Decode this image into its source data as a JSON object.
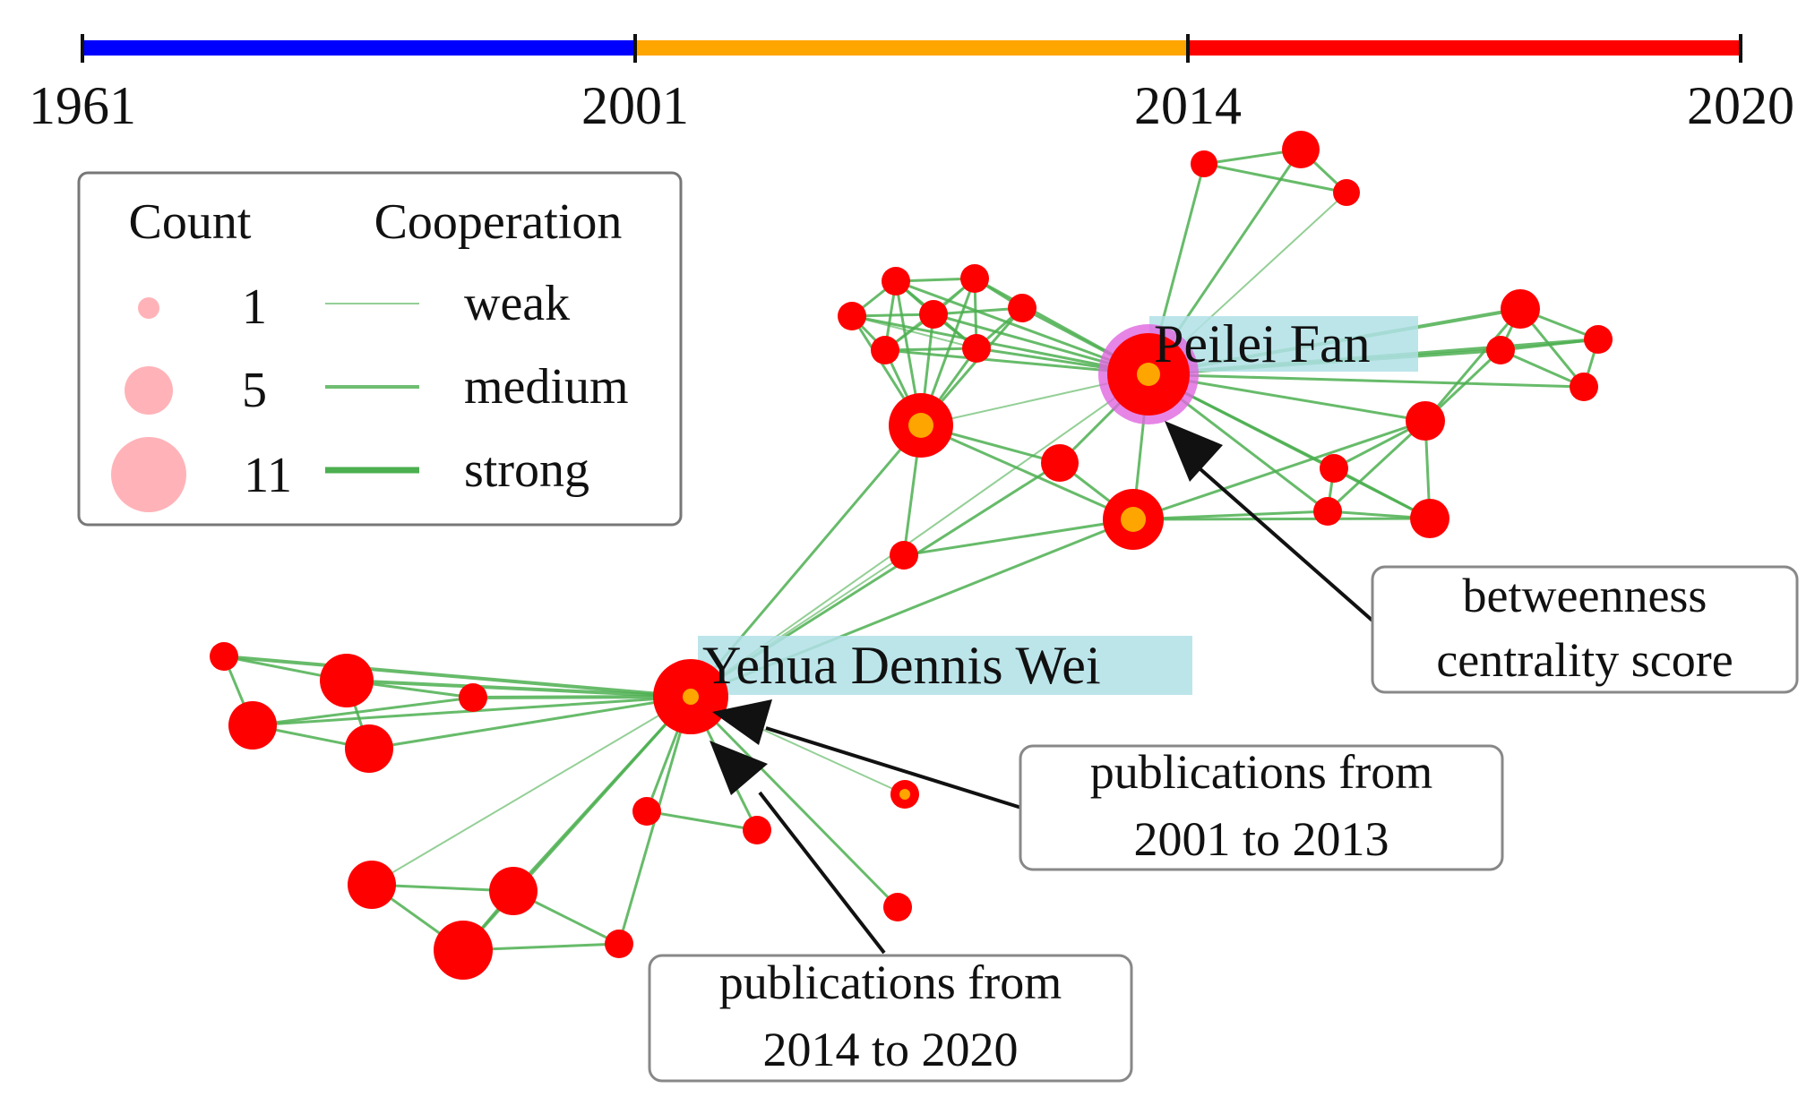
{
  "timeline": {
    "ticks": [
      "1961",
      "2001",
      "2014",
      "2020"
    ],
    "segments": [
      {
        "from": "1961",
        "to": "2001",
        "color": "#0000ff"
      },
      {
        "from": "2001",
        "to": "2014",
        "color": "#ffa500"
      },
      {
        "from": "2014",
        "to": "2020",
        "color": "#ff0000"
      }
    ]
  },
  "legend": {
    "count_header": "Count",
    "cooperation_header": "Cooperation",
    "counts": [
      "1",
      "5",
      "11"
    ],
    "cooperation": [
      "weak",
      "medium",
      "strong"
    ]
  },
  "labels": {
    "fan": "Peilei Fan",
    "wei": "Yehua Dennis Wei"
  },
  "callouts": {
    "betweenness": [
      "betweenness",
      "centrality score"
    ],
    "pub_2001": [
      "publications from",
      "2001 to 2013"
    ],
    "pub_2014": [
      "publications from",
      "2014 to 2020"
    ]
  },
  "colors": {
    "node_outer": "#ff0000",
    "node_inner": "#ffa500",
    "edge": "#4caf50",
    "betweenness_ring": "#e066e0",
    "label_highlight": "#b0e0e6",
    "legend_count": "#ffb3b8"
  }
}
